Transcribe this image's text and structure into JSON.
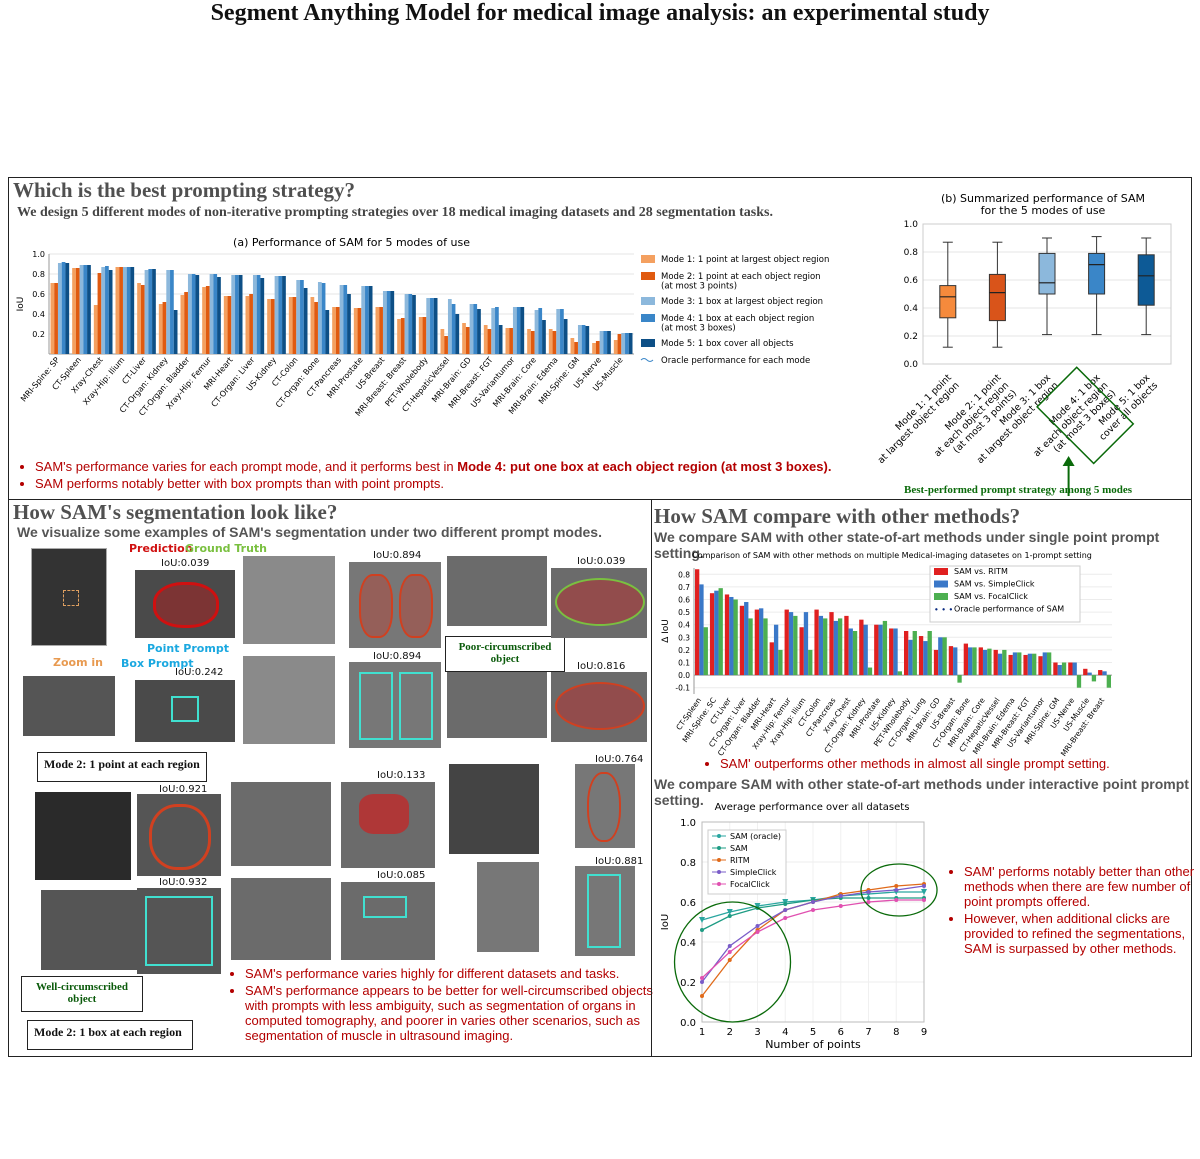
{
  "title": "Segment Anything Model for medical image analysis: an experimental study",
  "section1": {
    "heading": "Which is the best prompting strategy?",
    "subtitle": "We design 5 different modes of non-iterative prompting strategies over 18 medical imaging datasets and 28 segmentation tasks.",
    "bullets": [
      {
        "pre": "SAM's performance varies for each prompt mode, and it performs best in ",
        "bold": "Mode 4: put one box at each object region (at most 3 boxes)."
      },
      {
        "pre": "SAM performs notably better with box prompts than with point prompts.",
        "bold": ""
      }
    ],
    "best_label": "Best-performed prompt strategy among 5 modes"
  },
  "section2": {
    "heading": "How SAM's segmentation look like?",
    "subtitle": "We visualize some examples of SAM's segmentation under two different prompt modes.",
    "labels": {
      "prediction": "Prediction",
      "ground_truth": "Ground Truth",
      "point_prompt": "Point Prompt",
      "box_prompt": "Box Prompt",
      "zoom_in": "Zoom in",
      "poor": "Poor-circumscribed object",
      "well": "Well-circumscribed object",
      "mode2_point": "Mode 2: 1 point at each region",
      "mode2_box": "Mode 2: 1 box at each region"
    },
    "ious": [
      "IoU:0.039",
      "IoU:0.242",
      "IoU:0.894",
      "IoU:0.894",
      "IoU:0.039",
      "IoU:0.816",
      "IoU:0.921",
      "IoU:0.932",
      "IoU:0.133",
      "IoU:0.085",
      "IoU:0.764",
      "IoU:0.881"
    ],
    "bullets": [
      "SAM's performance varies highly for different datasets and tasks.",
      "SAM's performance appears to be better for well-circumscribed objects with prompts with less ambiguity, such as segmentation of organs in computed tomography, and poorer in varies other scenarios, such as segmentation of muscle in ultrasound imaging."
    ]
  },
  "section3": {
    "heading": "How SAM compare with other methods?",
    "subtitle1": "We compare SAM with other state-of-art methods under single point prompt setting.",
    "bullet1": "SAM' outperforms other methods in almost all single prompt setting.",
    "subtitle2": "We compare SAM with other state-of-art methods under interactive point prompt setting.",
    "bullets2": [
      "SAM' performs notably better than other methods when there are few number of point prompts offered.",
      "However, when additional clicks are provided to refined the segmentations, SAM is surpassed by other methods."
    ]
  },
  "chart_data": [
    {
      "type": "bar",
      "title": "(a) Performance of SAM for 5 modes of use",
      "ylabel": "IoU",
      "ylim": [
        0,
        1.0
      ],
      "yticks": [
        0.2,
        0.4,
        0.6,
        0.8,
        1.0
      ],
      "categories": [
        "MRI-Spine: SP",
        "CT-Spleen",
        "Xray-Chest",
        "Xray-Hip: Ilium",
        "CT-Liver",
        "CT-Organ: Kidney",
        "CT-Organ: Bladder",
        "Xray-Hip: Femur",
        "MRI-Heart",
        "CT-Organ: Liver",
        "US-Kidney",
        "CT-Colon",
        "CT-Organ: Bone",
        "CT-Pancreas",
        "MRI-Prostate",
        "US-Breast",
        "MRI-Breast: Breast",
        "PET-Wholebody",
        "CT-HepaticVessel",
        "MRI-Brain: GD",
        "MRI-Breast: FGT",
        "US-Variantumor",
        "MRI-Brain: Core",
        "MRI-Brain: Edema",
        "MRI-Spine: GM",
        "US-Nerve",
        "US-Muscle"
      ],
      "series": [
        {
          "name": "Mode 1: 1 point at largest object region",
          "color": "#f4a060",
          "values": [
            0.71,
            0.86,
            0.49,
            0.87,
            0.71,
            0.5,
            0.59,
            0.67,
            0.58,
            0.58,
            0.55,
            0.57,
            0.57,
            0.47,
            0.46,
            0.47,
            0.35,
            0.37,
            0.25,
            0.31,
            0.29,
            0.26,
            0.25,
            0.25,
            0.16,
            0.11,
            0.14
          ]
        },
        {
          "name": "Mode 2: 1 point at each object region (at most 3 points)",
          "color": "#e05a10",
          "values": [
            0.71,
            0.86,
            0.81,
            0.87,
            0.69,
            0.52,
            0.62,
            0.68,
            0.58,
            0.6,
            0.55,
            0.57,
            0.52,
            0.47,
            0.46,
            0.47,
            0.36,
            0.37,
            0.18,
            0.27,
            0.25,
            0.26,
            0.23,
            0.23,
            0.12,
            0.13,
            0.2
          ]
        },
        {
          "name": "Mode 3: 1 box at largest object region",
          "color": "#8cb8dc",
          "values": [
            0.91,
            0.89,
            0.87,
            0.87,
            0.84,
            0.84,
            0.8,
            0.8,
            0.79,
            0.79,
            0.78,
            0.74,
            0.72,
            0.69,
            0.68,
            0.63,
            0.6,
            0.56,
            0.55,
            0.5,
            0.46,
            0.47,
            0.44,
            0.45,
            0.29,
            0.23,
            0.21
          ]
        },
        {
          "name": "Mode 4: 1 box at each object region (at most 3 boxes)",
          "color": "#3a86c8",
          "values": [
            0.92,
            0.89,
            0.88,
            0.87,
            0.85,
            0.84,
            0.8,
            0.8,
            0.79,
            0.79,
            0.78,
            0.74,
            0.71,
            0.69,
            0.68,
            0.63,
            0.6,
            0.56,
            0.5,
            0.5,
            0.47,
            0.47,
            0.46,
            0.45,
            0.29,
            0.23,
            0.21
          ]
        },
        {
          "name": "Mode 5: 1 box cover all objects",
          "color": "#0d4f86",
          "values": [
            0.91,
            0.89,
            0.84,
            0.87,
            0.85,
            0.44,
            0.79,
            0.77,
            0.79,
            0.76,
            0.78,
            0.66,
            0.44,
            0.6,
            0.68,
            0.63,
            0.59,
            0.56,
            0.4,
            0.45,
            0.29,
            0.47,
            0.34,
            0.35,
            0.28,
            0.23,
            0.21
          ]
        },
        {
          "name": "Oracle performance for each mode",
          "color": "#3a86c8",
          "values": []
        }
      ]
    },
    {
      "type": "box",
      "title": "(b) Summarized performance of SAM for the 5 modes of use",
      "ylim": [
        0,
        1.0
      ],
      "yticks": [
        0.0,
        0.2,
        0.4,
        0.6,
        0.8,
        1.0
      ],
      "categories": [
        "Mode 1: 1 point at largest object region",
        "Mode 2: 1 point at each object region (at most 3 points)",
        "Mode 3: 1 box at largest object region",
        "Mode 4: 1 box at each object region (at most 3 boxes)",
        "Mode 5: 1 box cover all objects"
      ],
      "colors": [
        "#f58a3c",
        "#d9541a",
        "#8cb8dc",
        "#3a86c8",
        "#0d5a96"
      ],
      "boxes": [
        {
          "min": 0.12,
          "q1": 0.33,
          "median": 0.48,
          "q3": 0.56,
          "max": 0.87
        },
        {
          "min": 0.12,
          "q1": 0.31,
          "median": 0.51,
          "q3": 0.64,
          "max": 0.87
        },
        {
          "min": 0.21,
          "q1": 0.5,
          "median": 0.58,
          "q3": 0.79,
          "max": 0.9
        },
        {
          "min": 0.21,
          "q1": 0.5,
          "median": 0.71,
          "q3": 0.79,
          "max": 0.91
        },
        {
          "min": 0.21,
          "q1": 0.42,
          "median": 0.63,
          "q3": 0.78,
          "max": 0.9
        }
      ]
    },
    {
      "type": "bar",
      "title": "Comparison of SAM with other methods on multiple Medical-imaging datasetes on 1-prompt setting",
      "ylabel": "Δ IoU",
      "ylim": [
        -0.15,
        0.85
      ],
      "yticks": [
        -0.1,
        0.0,
        0.1,
        0.2,
        0.3,
        0.4,
        0.5,
        0.6,
        0.7,
        0.8
      ],
      "categories": [
        "CT-Spleen",
        "MRI-Spine: SC",
        "CT-Liver",
        "CT-Organ: Liver",
        "CT-Organ: Bladder",
        "MRI-Heart",
        "Xray-Hip: Femur",
        "Xray-Hip: Ilium",
        "CT-Colon",
        "CT-Pancreas",
        "Xray-Chest",
        "CT-Organ: Kidney",
        "MRI-Prostate",
        "US-Kidney",
        "PET-Wholebody",
        "CT-Organ: Lung",
        "MRI-Brain: GD",
        "US-Breast",
        "CT-Organ: Bone",
        "MRI-Brain: Core",
        "CT-HepaticVessel",
        "MRI-Brain: Edema",
        "MRI-Breast: FGT",
        "US-Variantumor",
        "MRI-Spine: GM",
        "US-Nerve",
        "US-Muscle",
        "MRI-Breast: Breast"
      ],
      "series": [
        {
          "name": "SAM vs. RITM",
          "color": "#e02020",
          "values": [
            0.84,
            0.65,
            0.64,
            0.55,
            0.52,
            0.26,
            0.52,
            0.38,
            0.52,
            0.5,
            0.47,
            0.44,
            0.4,
            0.37,
            0.35,
            0.31,
            0.2,
            0.23,
            0.25,
            0.22,
            0.2,
            0.16,
            0.16,
            0.15,
            0.1,
            0.1,
            0.05,
            0.04
          ]
        },
        {
          "name": "SAM vs. SimpleClick",
          "color": "#3a78c8",
          "values": [
            0.72,
            0.67,
            0.62,
            0.58,
            0.53,
            0.4,
            0.5,
            0.5,
            0.47,
            0.43,
            0.37,
            0.4,
            0.4,
            0.37,
            0.28,
            0.27,
            0.3,
            0.22,
            0.22,
            0.2,
            0.17,
            0.18,
            0.17,
            0.18,
            0.08,
            0.1,
            0.02,
            0.03
          ]
        },
        {
          "name": "SAM vs. FocalClick",
          "color": "#4caf50",
          "values": [
            0.38,
            0.69,
            0.6,
            0.45,
            0.45,
            0.2,
            0.47,
            0.2,
            0.45,
            0.45,
            0.35,
            0.06,
            0.43,
            0.03,
            0.35,
            0.35,
            0.3,
            -0.06,
            0.22,
            0.21,
            0.2,
            0.18,
            0.17,
            0.18,
            0.1,
            -0.1,
            -0.05,
            -0.1
          ]
        },
        {
          "name": "Oracle performance of SAM",
          "color": "#0a2a80",
          "values": []
        }
      ]
    },
    {
      "type": "line",
      "title": "Average performance over all datasets",
      "xlabel": "Number of points",
      "ylabel": "IoU",
      "x": [
        1,
        2,
        3,
        4,
        5,
        6,
        7,
        8,
        9
      ],
      "ylim": [
        0,
        1.0
      ],
      "yticks": [
        0.0,
        0.2,
        0.4,
        0.6,
        0.8,
        1.0
      ],
      "series": [
        {
          "name": "SAM (oracle)",
          "color": "#2aa6a0",
          "marker": "triangle",
          "values": [
            0.51,
            0.55,
            0.58,
            0.6,
            0.61,
            0.63,
            0.64,
            0.65,
            0.65
          ]
        },
        {
          "name": "SAM",
          "color": "#1e9c84",
          "marker": "circle",
          "values": [
            0.46,
            0.53,
            0.57,
            0.59,
            0.61,
            0.62,
            0.62,
            0.62,
            0.62
          ]
        },
        {
          "name": "RITM",
          "color": "#e06a1a",
          "marker": "circle",
          "values": [
            0.13,
            0.31,
            0.46,
            0.56,
            0.6,
            0.64,
            0.66,
            0.68,
            0.69
          ]
        },
        {
          "name": "SimpleClick",
          "color": "#7a5cc8",
          "marker": "circle",
          "values": [
            0.2,
            0.38,
            0.48,
            0.56,
            0.6,
            0.63,
            0.65,
            0.66,
            0.68
          ]
        },
        {
          "name": "FocalClick",
          "color": "#e050b0",
          "marker": "circle",
          "values": [
            0.22,
            0.35,
            0.45,
            0.52,
            0.56,
            0.58,
            0.6,
            0.61,
            0.61
          ]
        }
      ]
    }
  ]
}
